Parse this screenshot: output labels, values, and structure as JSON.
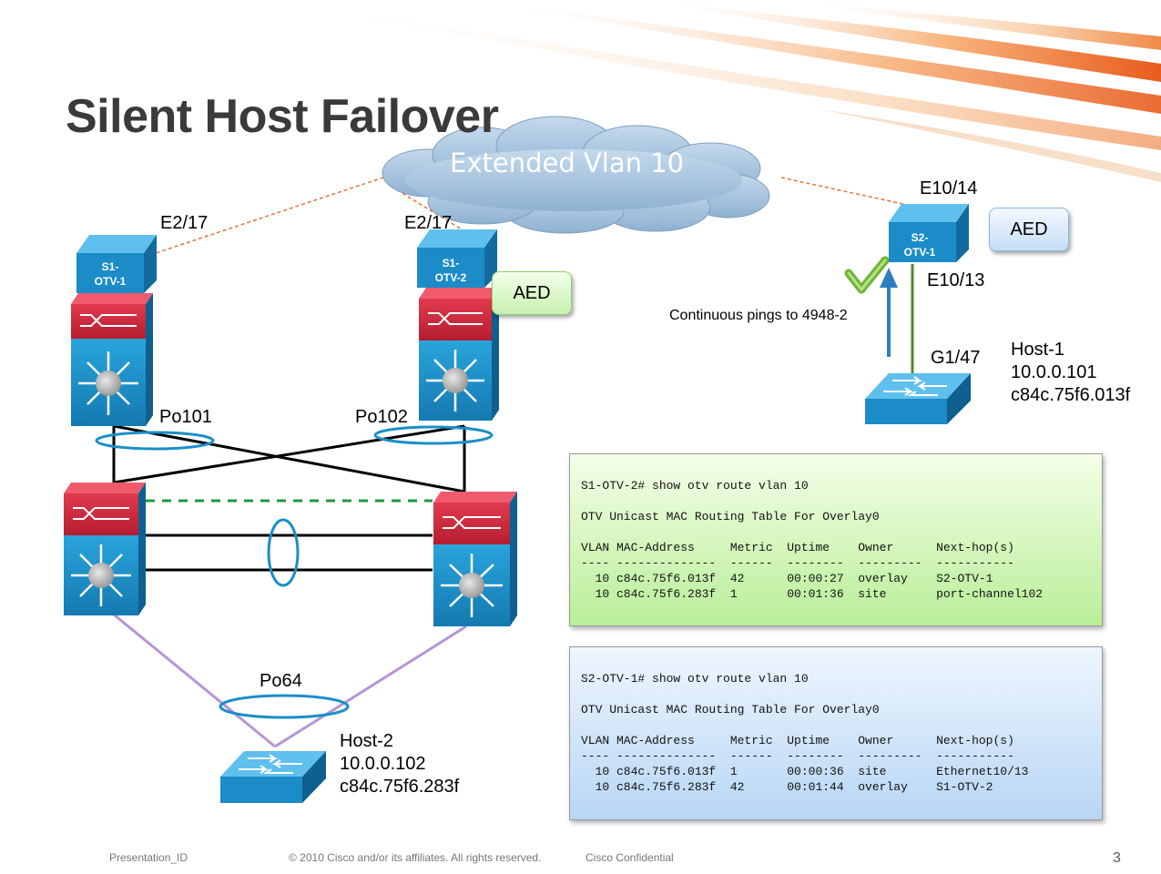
{
  "slide": {
    "title": "Silent Host Failover",
    "cloud_label": "Extended Vlan 10",
    "page_number": "3"
  },
  "devices": {
    "s1_otv1": {
      "line1": "S1-",
      "line2": "OTV-1"
    },
    "s1_otv2": {
      "line1": "S1-",
      "line2": "OTV-2"
    },
    "s2_otv1": {
      "line1": "S2-",
      "line2": "OTV-1"
    }
  },
  "labels": {
    "e2_17_left": "E2/17",
    "e2_17_right": "E2/17",
    "e10_14": "E10/14",
    "e10_13": "E10/13",
    "g1_47": "G1/47",
    "po101": "Po101",
    "po102": "Po102",
    "po64": "Po64",
    "pings": "Continuous pings to 4948-2",
    "aed_left": "AED",
    "aed_right": "AED"
  },
  "hosts": {
    "host1": {
      "name": "Host-1",
      "ip": "10.0.0.101",
      "mac": "c84c.75f6.013f"
    },
    "host2": {
      "name": "Host-2",
      "ip": "10.0.0.102",
      "mac": "c84c.75f6.283f"
    }
  },
  "cli_green": {
    "lines": [
      "S1-OTV-2# show otv route vlan 10",
      "",
      "OTV Unicast MAC Routing Table For Overlay0",
      "",
      "VLAN MAC-Address     Metric  Uptime    Owner      Next-hop(s)",
      "---- --------------  ------  --------  ---------  -----------",
      "  10 c84c.75f6.013f  42      00:00:27  overlay    S2-OTV-1",
      "  10 c84c.75f6.283f  1       00:01:36  site       port-channel102"
    ]
  },
  "cli_blue": {
    "lines": [
      "S2-OTV-1# show otv route vlan 10",
      "",
      "OTV Unicast MAC Routing Table For Overlay0",
      "",
      "VLAN MAC-Address     Metric  Uptime    Owner      Next-hop(s)",
      "---- --------------  ------  --------  ---------  -----------",
      "  10 c84c.75f6.013f  1       00:00:36  site       Ethernet10/13",
      "  10 c84c.75f6.283f  42      00:01:44  overlay    S1-OTV-2"
    ]
  },
  "footer": {
    "presentation_id": "Presentation_ID",
    "copyright": "© 2010 Cisco and/or its affiliates. All rights reserved.",
    "confidential": "Cisco Confidential"
  },
  "colors": {
    "switch_red": "#d0243a",
    "switch_blue": "#1a8fc8",
    "otv_blue": "#1b8cc8",
    "link_orange": "#e0743a",
    "link_purple": "#b694d6",
    "link_green": "#1f9a3a",
    "arrow_blue": "#2b7fc0"
  }
}
